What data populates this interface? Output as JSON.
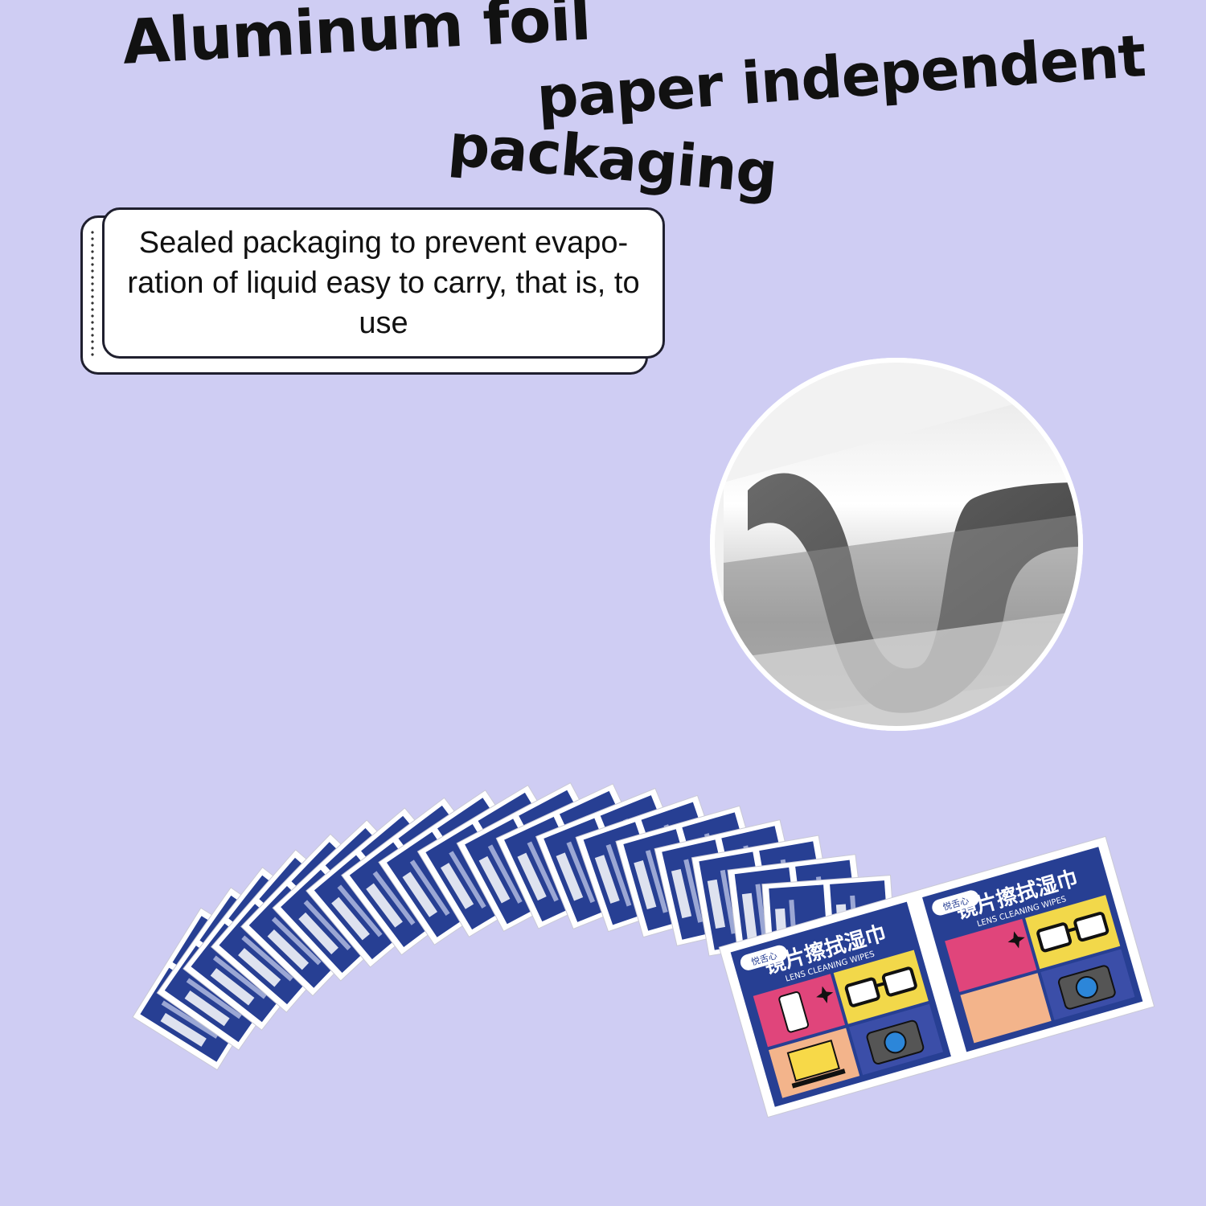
{
  "headline": {
    "line1": "Aluminum foil",
    "line2": "paper independent",
    "line3": "packaging"
  },
  "callout": {
    "text": "Sealed packaging to prevent evapo-ration of liquid easy to carry, that is, to use"
  },
  "product": {
    "cn_name": "镜片擦拭湿巾",
    "en_name": "LENS CLEANING WIPES",
    "brand": "悦舌心"
  },
  "colors": {
    "background": "#cfcdf3",
    "packet_blue": "#273f93",
    "foil_silver": "#b8b8b8"
  },
  "icons": [
    "smartphone-icon",
    "eyeglasses-icon",
    "laptop-icon",
    "camera-icon",
    "sparkle-icon"
  ]
}
